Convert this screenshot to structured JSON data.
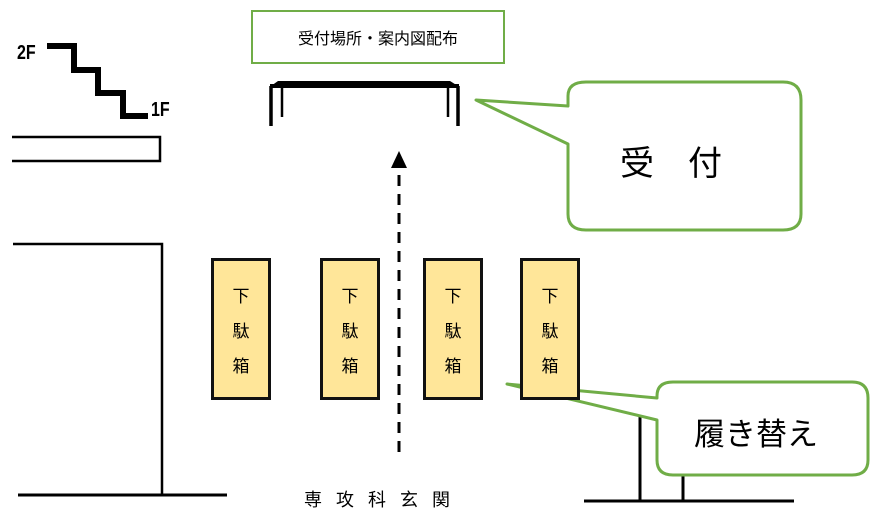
{
  "floors": {
    "upper": "2F",
    "lower": "1F"
  },
  "notice": {
    "text": "受付場所・案内図配布"
  },
  "callouts": {
    "reception": "受　付",
    "shoe_change": "履き替え"
  },
  "shoe_boxes": [
    {
      "chars": [
        "下",
        "駄",
        "箱"
      ]
    },
    {
      "chars": [
        "下",
        "駄",
        "箱"
      ]
    },
    {
      "chars": [
        "下",
        "駄",
        "箱"
      ]
    },
    {
      "chars": [
        "下",
        "駄",
        "箱"
      ]
    }
  ],
  "entrance": {
    "label": "専攻科玄関"
  },
  "colors": {
    "callout_border": "#70ad47",
    "shoe_box_fill": "#ffe699",
    "line": "#000000"
  }
}
